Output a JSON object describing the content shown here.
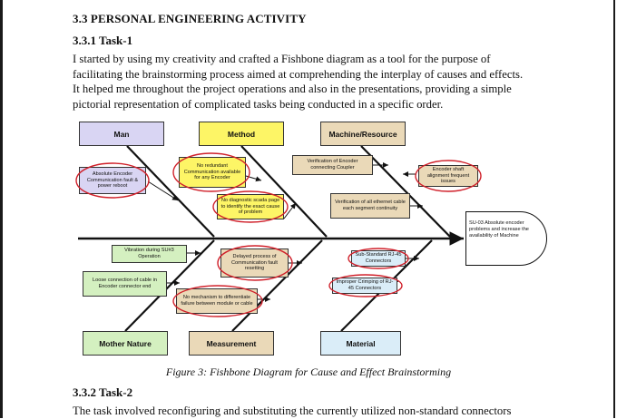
{
  "section_heading": "3.3 PERSONAL ENGINEERING ACTIVITY",
  "task1_heading": "3.3.1 Task-1",
  "task1_lines": [
    "I started by using my creativity and crafted a Fishbone diagram as a tool for the purpose of",
    "facilitating the brainstorming process aimed at comprehending the interplay of causes and effects.",
    "It helped me throughout the project operations and also in the presentations, providing a simple",
    "pictorial representation of complicated tasks being conducted in a specific order."
  ],
  "diagram": {
    "categories": {
      "man": "Man",
      "method": "Method",
      "machine": "Machine/Resource",
      "mother_nature": "Mother Nature",
      "measurement": "Measurement",
      "material": "Material"
    },
    "effect": "SU-03 Absolute encoder problems and increase the availability of Machine",
    "causes": {
      "absolute_encoder": "Absolute Encoder Communication fault & power reboot",
      "no_redundant": "No redundant Communication available for any Encoder",
      "no_diagnostic": "No diagnostic scada page to identify the exact cause of problem",
      "verification_coupler": "Verification of Encoder connecting Coupler",
      "encoder_shaft": "Encoder shaft alignment frequent issues",
      "verification_ethernet": "Verification of all ethernet cable each segment continuity",
      "vibration": "Vibration during SU#3 Operation",
      "loose_connection": "Loose connection of cable in Encoder connector end",
      "delayed_process": "Delayed process of Communication fault resetting",
      "no_mechanism": "No mechanism to differentiate failure between module or cable",
      "sub_standard": "Sub-Standard RJ-45 Connectors",
      "improper_crimping": "Improper Crimping of RJ-45 Connectors"
    },
    "colors": {
      "lavender": "#d9d5f3",
      "yellow": "#fdf566",
      "tan": "#ead9b8",
      "green": "#d4f0c0",
      "blue": "#daedf8",
      "highlight_ellipse": "#d0202a"
    }
  },
  "caption": "Figure 3: Fishbone Diagram for Cause and Effect Brainstorming",
  "task2_heading": "3.3.2 Task-2",
  "task2_line": "The task involved reconfiguring and substituting the currently utilized non-standard connectors"
}
